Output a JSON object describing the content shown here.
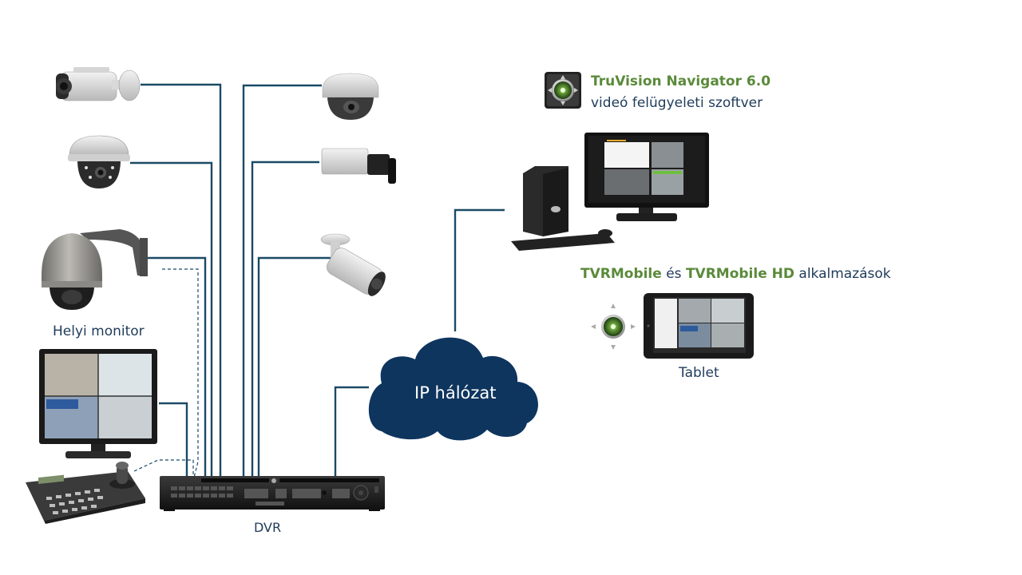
{
  "title": "TruVision video surveillance system diagram",
  "labels": {
    "local_monitor": "Helyi monitor",
    "dvr": "DVR",
    "network": "IP hálózat",
    "tablet": "Tablet",
    "navigator_title": "TruVision Navigator 6.0",
    "navigator_subtitle": "videó felügyeleti szoftver",
    "mobile_app_1": "TVRMobile",
    "mobile_conj": "és",
    "mobile_app_2": "TVRMobile HD",
    "mobile_suffix": "alkalmazások"
  },
  "devices": {
    "left_cameras": [
      "bullet-camera",
      "dome-camera",
      "ptz-camera"
    ],
    "right_cameras": [
      "vandal-dome-camera",
      "box-camera",
      "bullet-ir-camera"
    ],
    "other": [
      "local-monitor",
      "ptz-keyboard",
      "dvr-recorder",
      "pc-workstation",
      "tablet"
    ]
  },
  "colors": {
    "line": "#1b4a66",
    "cloud": "#0e355e",
    "green_text": "#5a8a3a",
    "blue_text": "#1f3b5a"
  }
}
